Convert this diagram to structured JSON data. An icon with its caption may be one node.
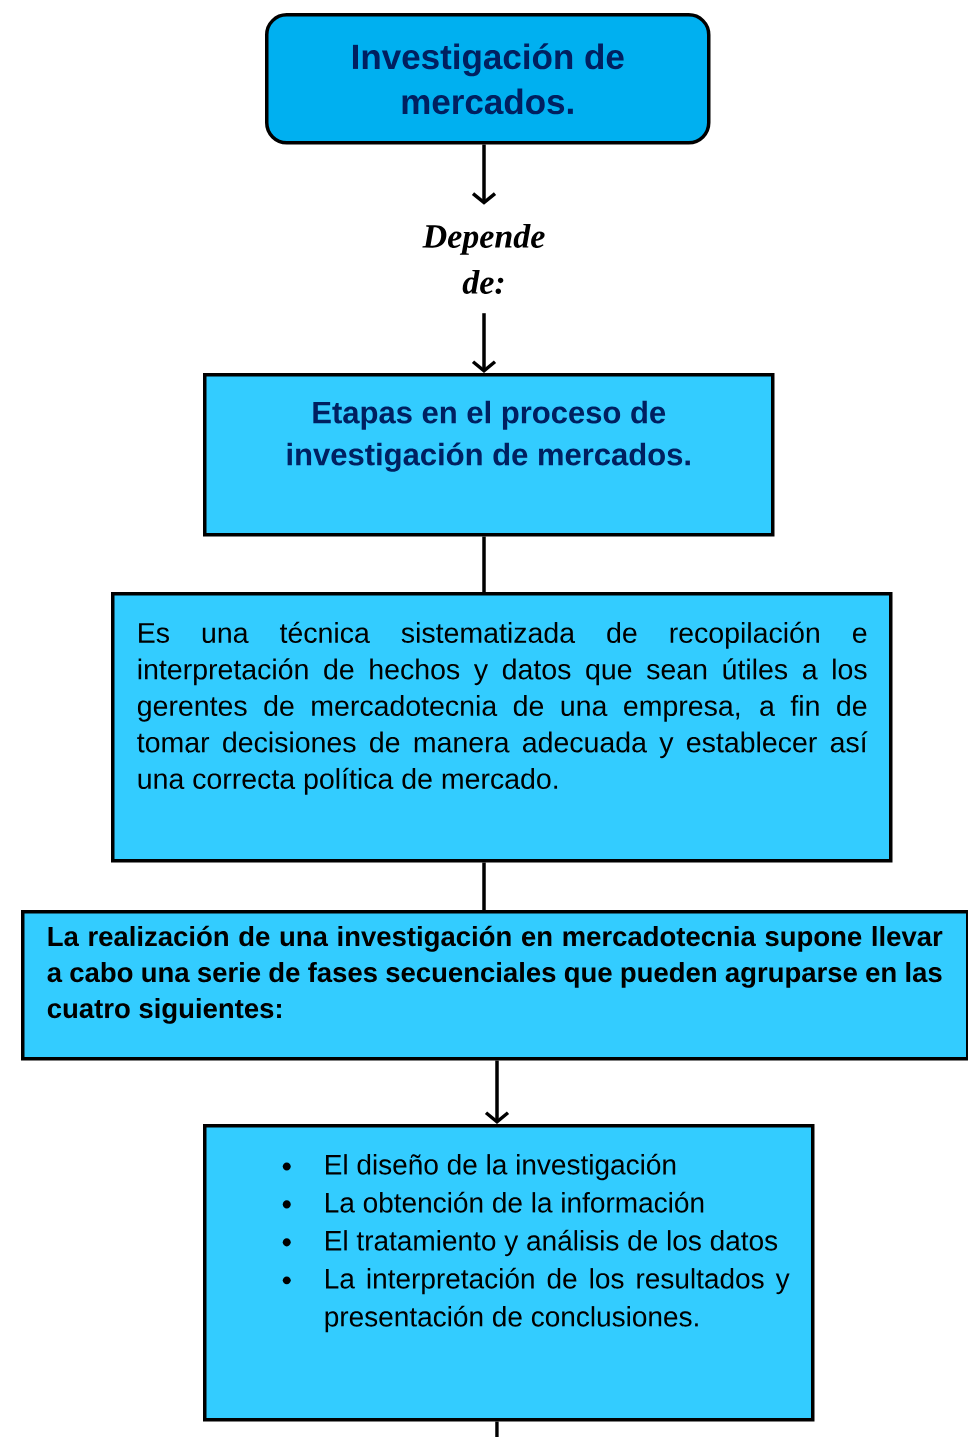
{
  "diagram": {
    "nodes": [
      {
        "text": [
          "Investigación de mercados."
        ]
      },
      {
        "text": [
          "Depende de:"
        ]
      },
      {
        "text": [
          "Etapas en el proceso de investigación de mercados."
        ]
      },
      {
        "text": [
          "Es una técnica sistematizada de recopilación e interpretación de hechos y datos que sean útiles a los gerentes de mercadotecnia de una empresa, a fin de tomar decisiones de manera adecuada y establecer así una correcta política de mercado."
        ]
      },
      {
        "text": [
          "La realización de una investigación en mercadotecnia supone llevar a cabo una serie de fases secuenciales que pueden agruparse en las cuatro siguientes:"
        ]
      },
      {
        "text": [
          "El diseño de la investigación",
          "La obtención de la información",
          "El tratamiento y análisis de los datos",
          "La interpretación de los resultados y presentación de conclusiones."
        ]
      }
    ],
    "edges": [
      {
        "from": 0,
        "to": 1,
        "arrow": "to"
      },
      {
        "from": 1,
        "to": 2,
        "arrow": "to"
      },
      {
        "from": 2,
        "to": 3,
        "arrow": "none"
      },
      {
        "from": 3,
        "to": 4,
        "arrow": "none"
      },
      {
        "from": 4,
        "to": 5,
        "arrow": "to"
      },
      {
        "from": 5,
        "to": null,
        "arrow": "none"
      }
    ]
  }
}
